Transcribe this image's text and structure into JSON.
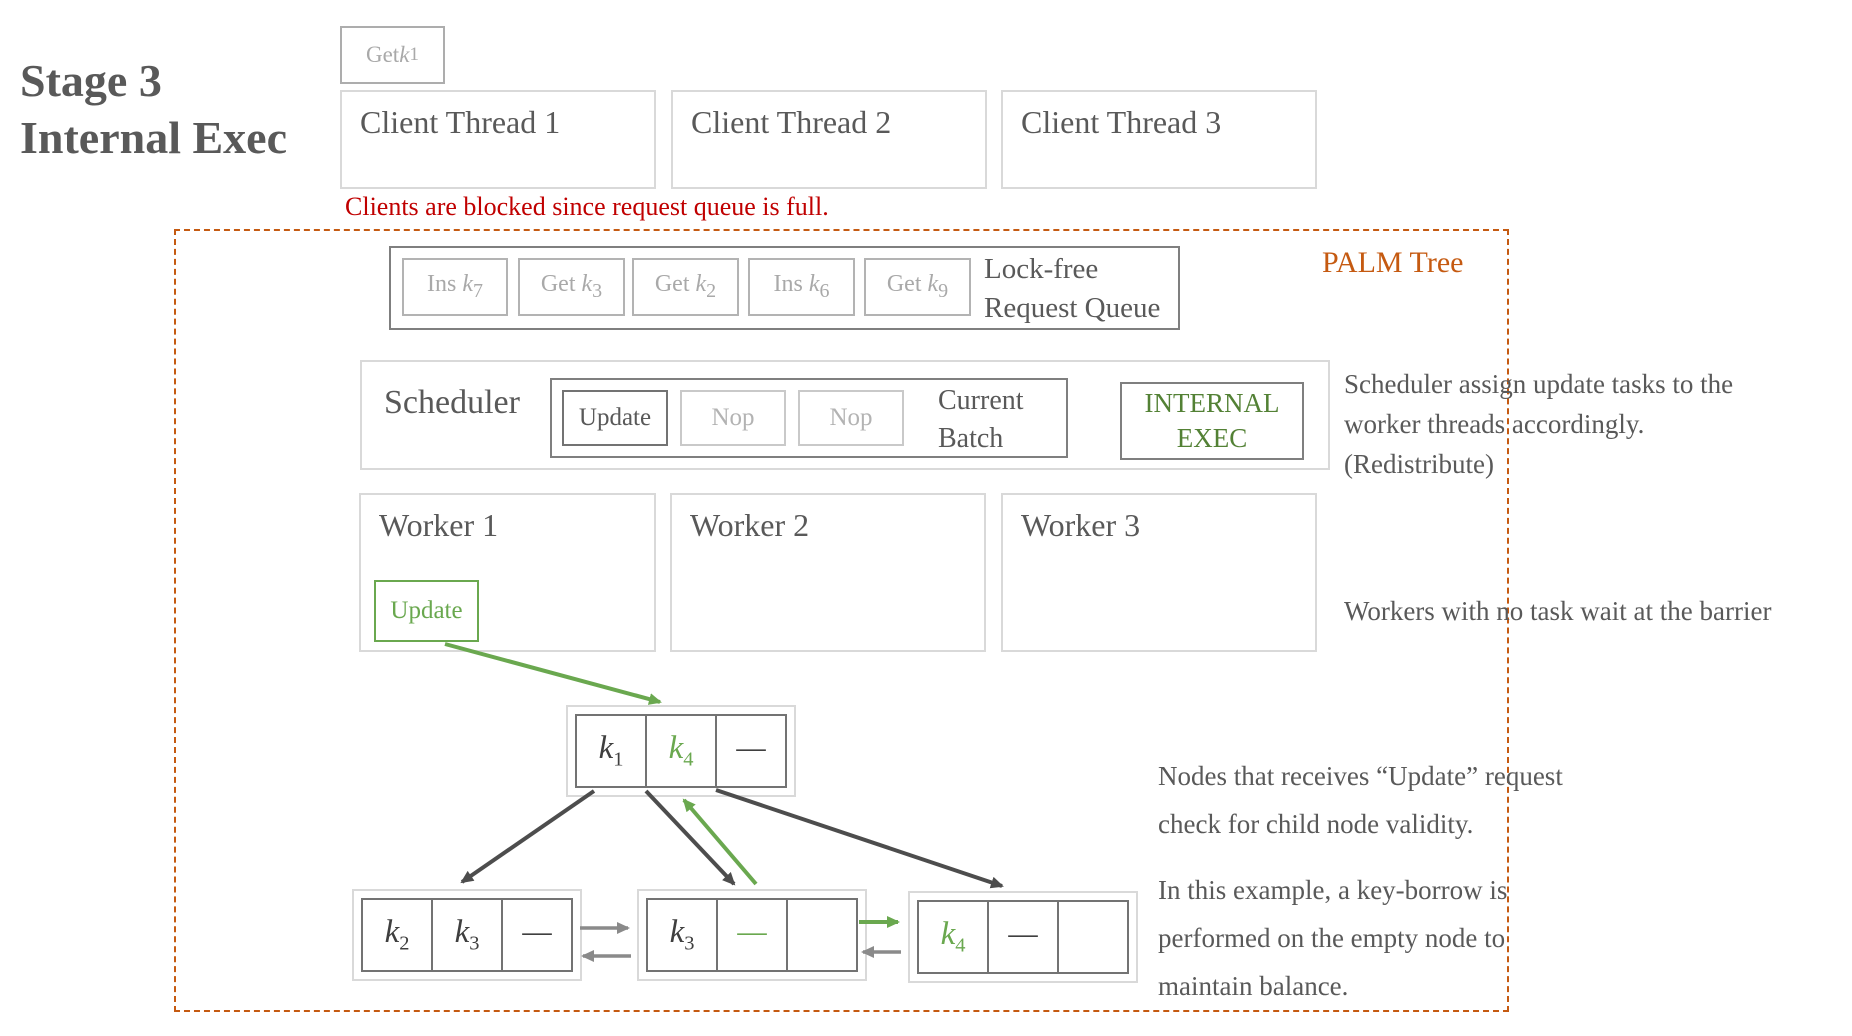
{
  "title": {
    "line1": "Stage 3",
    "line2": "Internal Exec"
  },
  "clients": {
    "pending_request": {
      "prefix": "Get ",
      "base": "k",
      "sub": "1"
    },
    "threads": [
      {
        "label": "Client Thread 1"
      },
      {
        "label": "Client Thread 2"
      },
      {
        "label": "Client Thread 3"
      }
    ],
    "blocked_note": "Clients are blocked since request queue is full."
  },
  "palm_tree": {
    "label": "PALM Tree"
  },
  "request_queue": {
    "items": [
      {
        "prefix": "Ins ",
        "base": "k",
        "sub": "7"
      },
      {
        "prefix": "Get ",
        "base": "k",
        "sub": "3"
      },
      {
        "prefix": "Get ",
        "base": "k",
        "sub": "2"
      },
      {
        "prefix": "Ins ",
        "base": "k",
        "sub": "6"
      },
      {
        "prefix": "Get ",
        "base": "k",
        "sub": "9"
      }
    ],
    "label_line1": "Lock-free",
    "label_line2": "Request Queue"
  },
  "scheduler": {
    "label": "Scheduler",
    "batch": {
      "tasks": [
        {
          "label": "Update",
          "state": "active"
        },
        {
          "label": "Nop",
          "state": "idle"
        },
        {
          "label": "Nop",
          "state": "idle"
        }
      ],
      "label_line1": "Current",
      "label_line2": "Batch"
    },
    "mode_line1": "INTERNAL",
    "mode_line2": "EXEC"
  },
  "workers": [
    {
      "label": "Worker 1",
      "task": "Update"
    },
    {
      "label": "Worker 2"
    },
    {
      "label": "Worker 3"
    }
  ],
  "annotations": {
    "scheduler_note_line1": "Scheduler assign update tasks to the",
    "scheduler_note_line2": "worker threads accordingly.",
    "scheduler_note_line3": "(Redistribute)",
    "barrier_note": "Workers with no task wait at the barrier",
    "update_note_line1": "Nodes that receives “Update” request",
    "update_note_line2": "check for child node validity.",
    "borrow_note_line1": "In this example, a key-borrow is",
    "borrow_note_line2": "performed on the empty node to",
    "borrow_note_line3": "maintain balance."
  },
  "tree": {
    "root": {
      "cells": [
        {
          "base": "k",
          "sub": "1",
          "variant": "dark"
        },
        {
          "base": "k",
          "sub": "4",
          "variant": "green"
        },
        {
          "base": "—",
          "sub": "",
          "variant": "dark"
        }
      ]
    },
    "left": {
      "cells": [
        {
          "base": "k",
          "sub": "2",
          "variant": "dark"
        },
        {
          "base": "k",
          "sub": "3",
          "variant": "dark"
        },
        {
          "base": "—",
          "sub": "",
          "variant": "dark"
        }
      ]
    },
    "middle": {
      "cells": [
        {
          "base": "k",
          "sub": "3",
          "variant": "dark"
        },
        {
          "base": "—",
          "sub": "",
          "variant": "green"
        },
        {
          "base": "",
          "sub": "",
          "variant": "dark"
        }
      ]
    },
    "right": {
      "cells": [
        {
          "base": "k",
          "sub": "4",
          "variant": "green"
        },
        {
          "base": "—",
          "sub": "",
          "variant": "dark"
        },
        {
          "base": "",
          "sub": "",
          "variant": "dark"
        }
      ]
    }
  },
  "colors": {
    "accent_orange": "#c55a11",
    "alert_red": "#c00000",
    "green": "#6aa84f",
    "dark_green": "#538135",
    "text_gray": "#595959"
  }
}
